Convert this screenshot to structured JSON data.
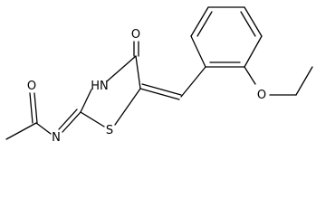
{
  "molecule": {
    "atom_labels": {
      "ketone_o": "O",
      "nh": "HN",
      "ring_s": "S",
      "imine_n": "N",
      "acetyl_o": "O",
      "ether_o": "O"
    }
  }
}
